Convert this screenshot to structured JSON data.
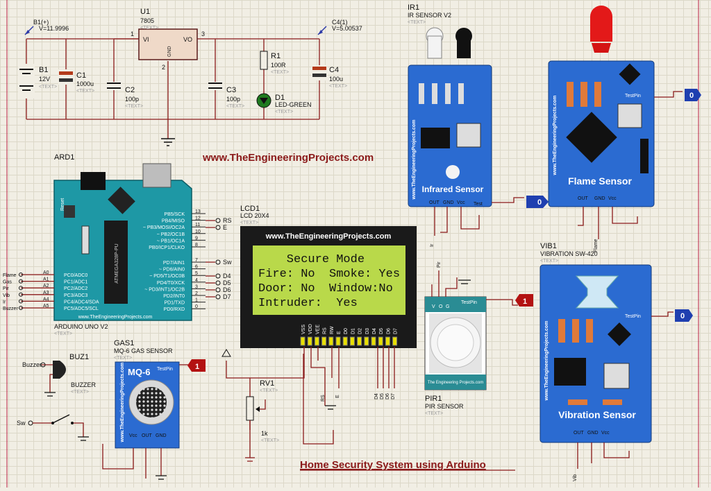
{
  "watermark": "www.TheEngineeringProjects.com",
  "title": "Home Security System using Arduino",
  "text_placeholder": "<TEXT>",
  "power": {
    "b1_probe": "B1(+)",
    "b1_value": "V=11.9996",
    "c4_probe": "C4(1)",
    "c4_value": "V=5.00537",
    "battery": {
      "ref": "B1",
      "value": "12V"
    },
    "regulator": {
      "ref": "U1",
      "value": "7805",
      "pin_vi": "VI",
      "pin_vo": "VO",
      "pin_gnd": "GND",
      "pin1": "1",
      "pin2": "2",
      "pin3": "3"
    },
    "c1": {
      "ref": "C1",
      "value": "1000u"
    },
    "c2": {
      "ref": "C2",
      "value": "100p"
    },
    "c3": {
      "ref": "C3",
      "value": "100p"
    },
    "c4": {
      "ref": "C4",
      "value": "100u"
    },
    "r1": {
      "ref": "R1",
      "value": "100R"
    },
    "d1": {
      "ref": "D1",
      "value": "LED-GREEN"
    }
  },
  "arduino": {
    "ref": "ARD1",
    "name": "ARDUINO UNO V2",
    "reset": "Reset",
    "chip": "ATMEGA328P-PU",
    "site": "www.TheEngineeringProjects.com",
    "left_pins": [
      "PC0/ADC0",
      "PC1/ADC1",
      "PC2/ADC2",
      "PC3/ADC3",
      "PC4/ADC4/SDA",
      "PC5/ADC5/SCL"
    ],
    "left_nums": [
      "A0",
      "A1",
      "A2",
      "A3",
      "A4",
      "A5"
    ],
    "left_nets": [
      "Flame",
      "Gas",
      "Pir",
      "Vib",
      "Ir",
      "Buzzer"
    ],
    "right_pins_top": [
      "PB5/SCK",
      "PB4/MISO",
      "~ PB3/MOSI/OC2A",
      "~ PB2/OC1B",
      "~ PB1/OC1A",
      "PB0/ICP1/CLKO"
    ],
    "right_nums_top": [
      "13",
      "12",
      "11",
      "10",
      "9",
      "8"
    ],
    "right_pins_bot": [
      "PD7/AIN1",
      "~ PD6/AIN0",
      "~ PD5/T1/OC0B",
      "PD4/T0/XCK",
      "~ PD3/INT1/OC2B",
      "PD2/INT0",
      "PD1/TXD",
      "PD0/RXD"
    ],
    "right_nums_bot": [
      "7",
      "6",
      "5",
      "4",
      "3",
      "2",
      "1",
      "0"
    ],
    "nets": {
      "rs": "RS",
      "e": "E",
      "sw": "Sw",
      "d4": "D4",
      "d5": "D5",
      "d6": "D6",
      "d7": "D7"
    }
  },
  "lcd": {
    "ref": "LCD1",
    "model": "LCD 20X4",
    "site": "www.TheEngineeringProjects.com",
    "lines": [
      "    Secure Mode",
      "Fire: No  Smoke: Yes",
      "Door: No  Window:No",
      "Intruder:  Yes"
    ],
    "pins": [
      "VSS",
      "VDD",
      "VEE",
      "RS",
      "RW",
      "E",
      "D0",
      "D1",
      "D2",
      "D3",
      "D4",
      "D5",
      "D6",
      "D7"
    ],
    "bottom_nets": [
      "RS",
      "E",
      "D4",
      "D5",
      "D6",
      "D7"
    ]
  },
  "ir": {
    "ref": "IR1",
    "model": "IR SENSOR V2",
    "label": "Infrared Sensor",
    "site": "www.TheEngineeringProjects.com",
    "pins": [
      "OUT",
      "GND",
      "Vcc"
    ],
    "test": "Test",
    "net": "Ir",
    "logic": "0"
  },
  "flame": {
    "ref": "",
    "label": "Flame Sensor",
    "site": "www.TheEngineeringProjects.com",
    "pins": [
      "OUT",
      "GND",
      "Vcc"
    ],
    "test": "TestPin",
    "net": "Flame",
    "logic": "0"
  },
  "vib": {
    "ref": "VIB1",
    "model": "VIBRATION SW-420",
    "label": "Vibration Sensor",
    "site": "www.TheEngineeringProjects.com",
    "pins": [
      "OUT",
      "GND",
      "Vcc"
    ],
    "test": "TestPin",
    "net": "Vib",
    "logic": "0"
  },
  "gas": {
    "ref": "GAS1",
    "model": "MQ-6 GAS SENSOR",
    "label": "MQ-6",
    "site": "www.TheEngineeringProjects.com",
    "pins": [
      "Vcc",
      "OUT",
      "GND"
    ],
    "test": "TestPin",
    "logic": "1"
  },
  "pir": {
    "ref": "PIR1",
    "model": "PIR SENSOR",
    "pins": [
      "V",
      "O",
      "G"
    ],
    "test": "TestPin",
    "net": "Pir",
    "logic": "1",
    "site": "The Engineering Projects.com"
  },
  "buzzer": {
    "ref": "BUZ1",
    "model": "BUZZER",
    "net": "Buzzer"
  },
  "switch": {
    "net": "Sw"
  },
  "pot": {
    "ref": "RV1",
    "value": "1k"
  },
  "colors": {
    "board_blue": "#2b6bd1",
    "arduino_teal": "#1e98a5",
    "lcd_green": "#b9d94a",
    "wire": "#8b1a1a",
    "title_red": "#8b1a1a",
    "header_pin": "#e8e000"
  }
}
